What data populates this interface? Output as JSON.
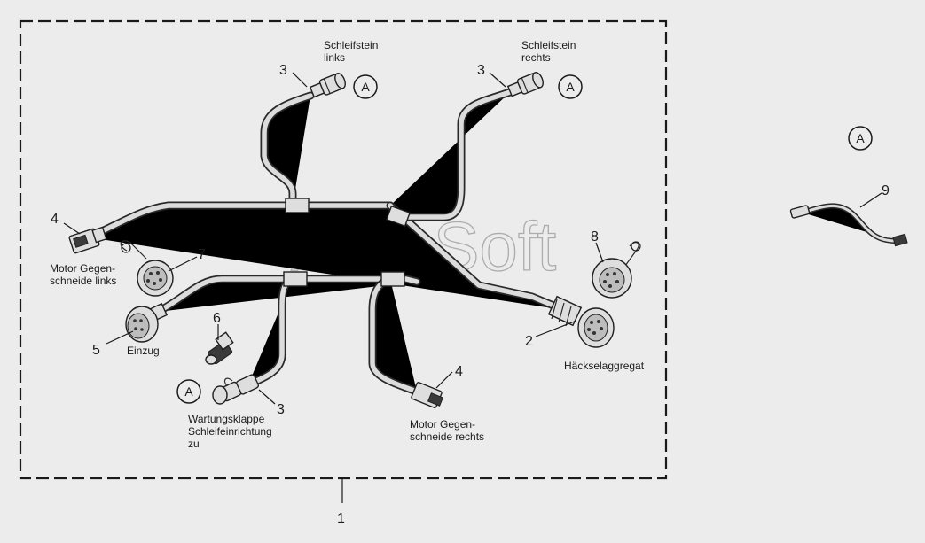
{
  "watermark": "AutoSoft",
  "callouts": {
    "c1": "1",
    "c2": "2",
    "c3a": "3",
    "c3b": "3",
    "c3c": "3",
    "c4a": "4",
    "c4b": "4",
    "c5": "5",
    "c6": "6",
    "c7": "7",
    "c8": "8",
    "c9": "9"
  },
  "ref_marks": {
    "a1": "A",
    "a2": "A",
    "a3": "A",
    "a4": "A"
  },
  "labels": {
    "schleifstein_links": [
      "Schleifstein",
      "links"
    ],
    "schleifstein_rechts": [
      "Schleifstein",
      "rechts"
    ],
    "motor_links": [
      "Motor Gegen-",
      "schneide links"
    ],
    "motor_rechts": [
      "Motor Gegen-",
      "schneide rechts"
    ],
    "einzug": "Einzug",
    "haecksel": "Häckselaggregat",
    "wartung": [
      "Wartungsklappe",
      "Schleifeinrichtung",
      "zu"
    ]
  },
  "colors": {
    "background": "#ececec",
    "line": "#1f1f1f"
  }
}
